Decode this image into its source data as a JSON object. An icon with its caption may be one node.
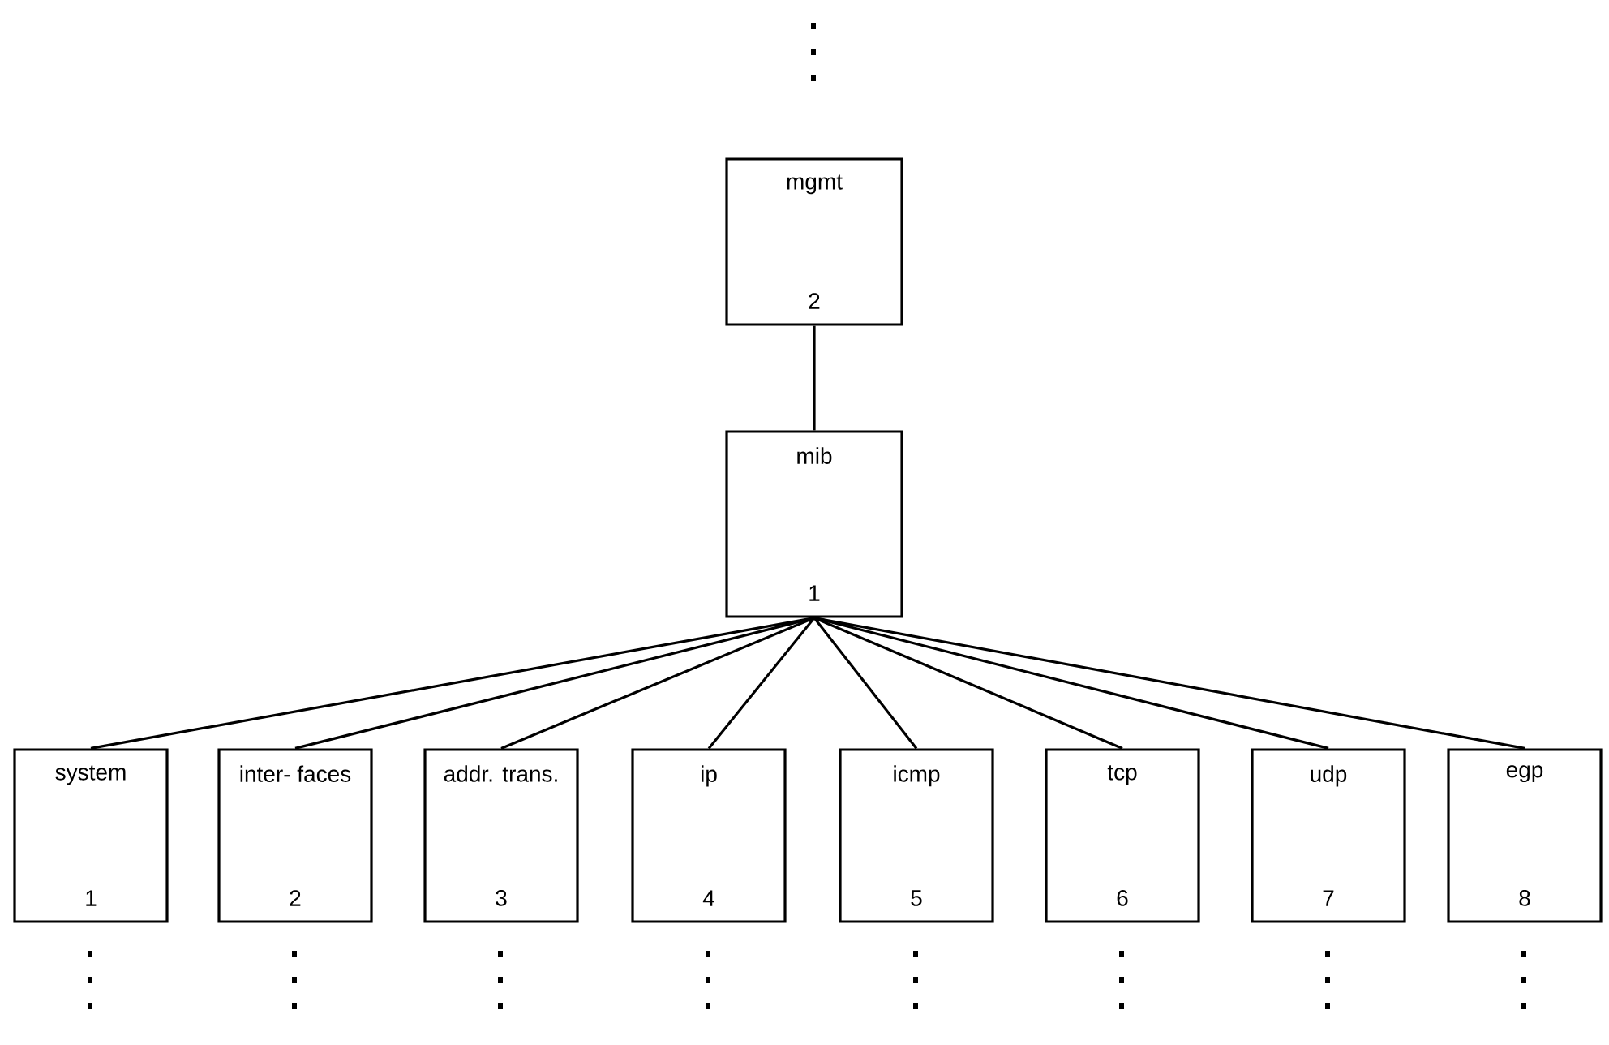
{
  "diagram": {
    "nodes": [
      {
        "text": [
          "mgmt",
          "2"
        ]
      },
      {
        "text": [
          "mib",
          "1"
        ]
      },
      {
        "text": [
          "system",
          "1"
        ]
      },
      {
        "text": [
          "inter- faces",
          "2"
        ]
      },
      {
        "text": [
          "addr. trans.",
          "3"
        ]
      },
      {
        "text": [
          "ip",
          "4"
        ]
      },
      {
        "text": [
          "icmp",
          "5"
        ]
      },
      {
        "text": [
          "tcp",
          "6"
        ]
      },
      {
        "text": [
          "udp",
          "7"
        ]
      },
      {
        "text": [
          "egp",
          "8"
        ]
      }
    ],
    "edges": [
      {
        "from": 0,
        "to": 1,
        "arrow": "none"
      },
      {
        "from": 1,
        "to": 2,
        "arrow": "none"
      },
      {
        "from": 1,
        "to": 3,
        "arrow": "none"
      },
      {
        "from": 1,
        "to": 4,
        "arrow": "none"
      },
      {
        "from": 1,
        "to": 5,
        "arrow": "none"
      },
      {
        "from": 1,
        "to": 6,
        "arrow": "none"
      },
      {
        "from": 1,
        "to": 7,
        "arrow": "none"
      },
      {
        "from": 1,
        "to": 8,
        "arrow": "none"
      },
      {
        "from": 1,
        "to": 9,
        "arrow": "none"
      }
    ]
  }
}
